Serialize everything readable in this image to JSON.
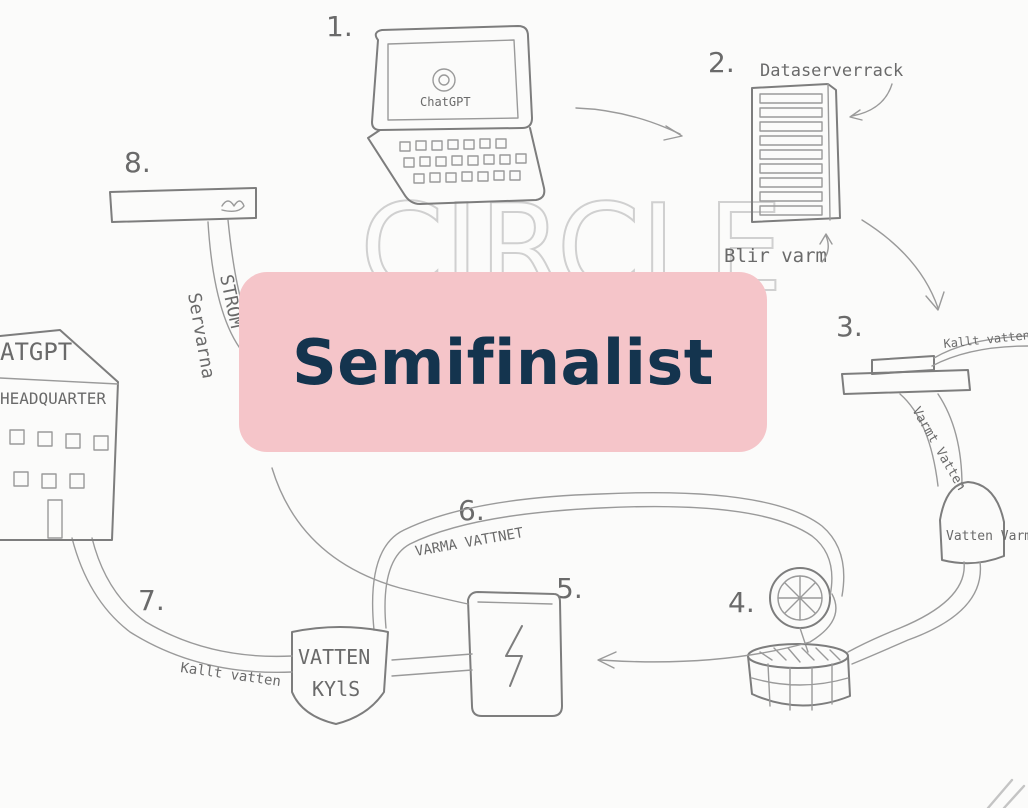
{
  "badge": {
    "label": "Semifinalist"
  },
  "sketch": {
    "watermark": "CIRCLE",
    "steps": {
      "s1": "1.",
      "s2": "2.",
      "s3": "3.",
      "s4": "4.",
      "s5": "5.",
      "s6": "6.",
      "s7": "7.",
      "s8": "8."
    },
    "labels": {
      "laptop_screen": "ChatGPT",
      "server_rack": "Dataserverrack",
      "gets_warm": "Blir varm",
      "cold_water_top": "Kallt vatten",
      "warm_water_pipe": "Varmt Vatten",
      "water_tank": "Vatten Varm",
      "warm_water_return": "VARMA VATTNET",
      "cooler_line1": "VATTEN",
      "cooler_line2": "KYlS",
      "cold_water_bottom": "Kallt vatten",
      "hq_line1": "ATGPT",
      "hq_line2": "HEADQUARTER",
      "power_line": "STRÖM",
      "servers_label": "Servarna"
    }
  },
  "colors": {
    "background": "#fbfbfa",
    "badge_bg": "#f5c5c9",
    "badge_text": "#14344e",
    "pencil": "#7d7d7d"
  }
}
